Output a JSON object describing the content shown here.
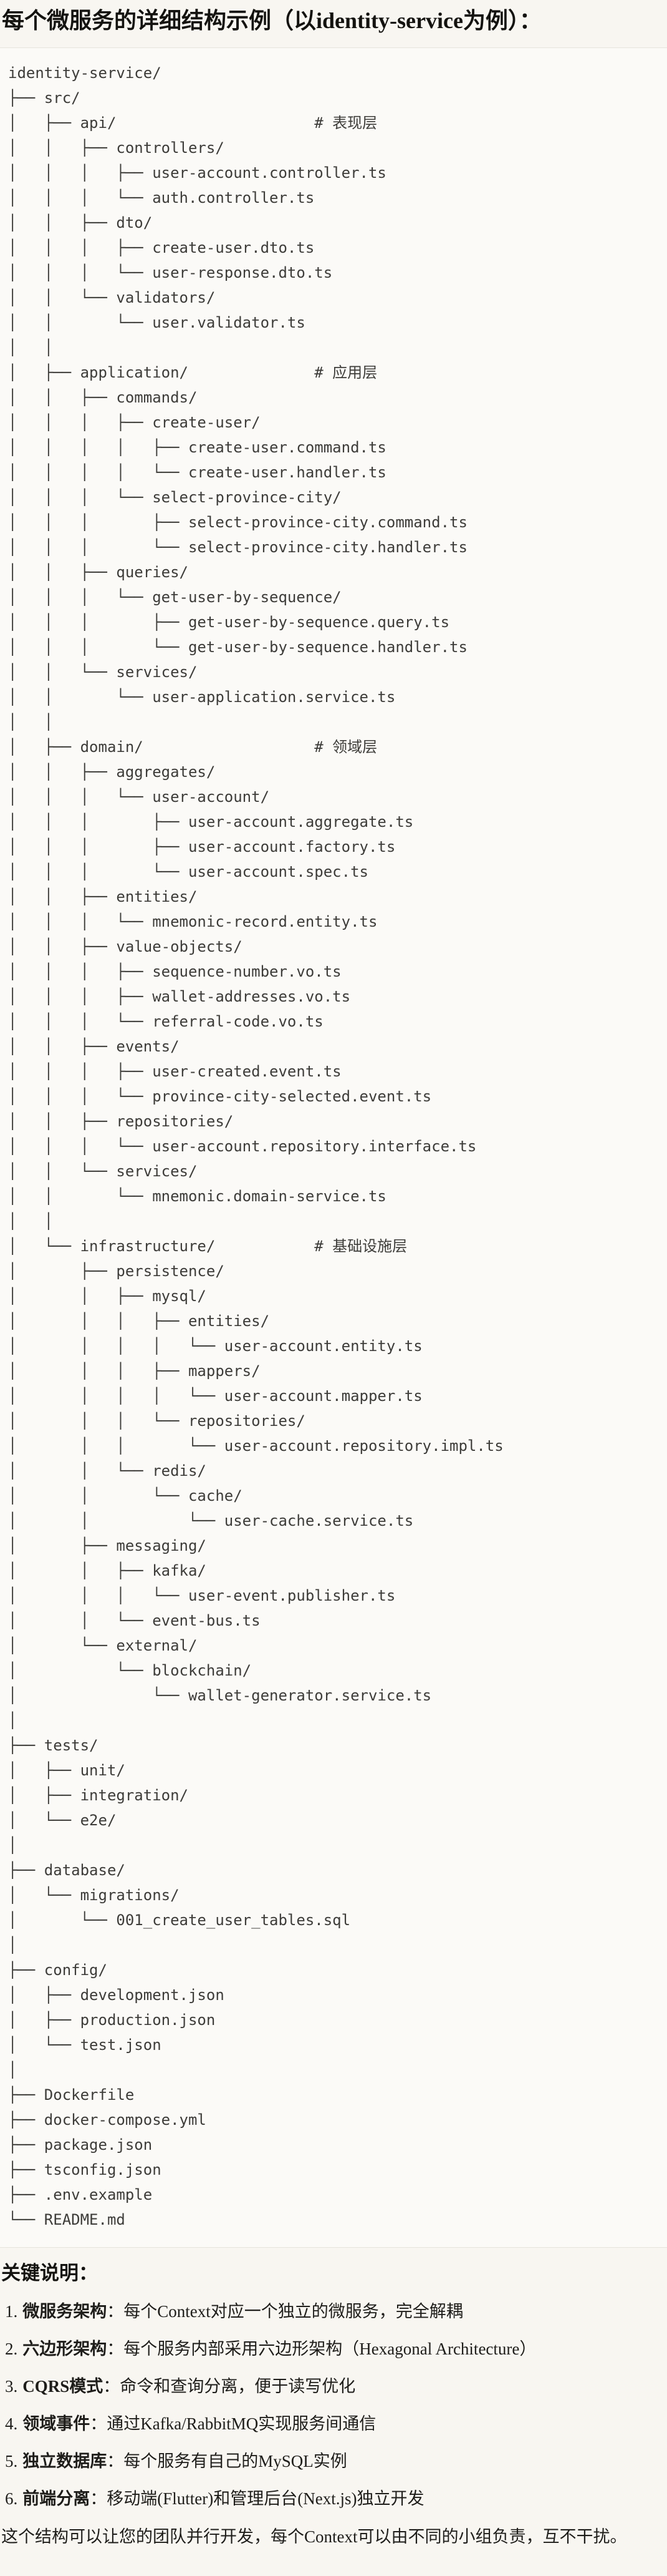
{
  "page": {
    "title": "每个微服务的详细结构示例（以identity-service为例）："
  },
  "tree": {
    "lines": [
      "identity-service/",
      "├── src/",
      "│   ├── api/                      # 表现层",
      "│   │   ├── controllers/",
      "│   │   │   ├── user-account.controller.ts",
      "│   │   │   └── auth.controller.ts",
      "│   │   ├── dto/",
      "│   │   │   ├── create-user.dto.ts",
      "│   │   │   └── user-response.dto.ts",
      "│   │   └── validators/",
      "│   │       └── user.validator.ts",
      "│   │",
      "│   ├── application/              # 应用层",
      "│   │   ├── commands/",
      "│   │   │   ├── create-user/",
      "│   │   │   │   ├── create-user.command.ts",
      "│   │   │   │   └── create-user.handler.ts",
      "│   │   │   └── select-province-city/",
      "│   │   │       ├── select-province-city.command.ts",
      "│   │   │       └── select-province-city.handler.ts",
      "│   │   ├── queries/",
      "│   │   │   └── get-user-by-sequence/",
      "│   │   │       ├── get-user-by-sequence.query.ts",
      "│   │   │       └── get-user-by-sequence.handler.ts",
      "│   │   └── services/",
      "│   │       └── user-application.service.ts",
      "│   │",
      "│   ├── domain/                   # 领域层",
      "│   │   ├── aggregates/",
      "│   │   │   └── user-account/",
      "│   │   │       ├── user-account.aggregate.ts",
      "│   │   │       ├── user-account.factory.ts",
      "│   │   │       └── user-account.spec.ts",
      "│   │   ├── entities/",
      "│   │   │   └── mnemonic-record.entity.ts",
      "│   │   ├── value-objects/",
      "│   │   │   ├── sequence-number.vo.ts",
      "│   │   │   ├── wallet-addresses.vo.ts",
      "│   │   │   └── referral-code.vo.ts",
      "│   │   ├── events/",
      "│   │   │   ├── user-created.event.ts",
      "│   │   │   └── province-city-selected.event.ts",
      "│   │   ├── repositories/",
      "│   │   │   └── user-account.repository.interface.ts",
      "│   │   └── services/",
      "│   │       └── mnemonic.domain-service.ts",
      "│   │",
      "│   └── infrastructure/           # 基础设施层",
      "│       ├── persistence/",
      "│       │   ├── mysql/",
      "│       │   │   ├── entities/",
      "│       │   │   │   └── user-account.entity.ts",
      "│       │   │   ├── mappers/",
      "│       │   │   │   └── user-account.mapper.ts",
      "│       │   │   └── repositories/",
      "│       │   │       └── user-account.repository.impl.ts",
      "│       │   └── redis/",
      "│       │       └── cache/",
      "│       │           └── user-cache.service.ts",
      "│       ├── messaging/",
      "│       │   ├── kafka/",
      "│       │   │   └── user-event.publisher.ts",
      "│       │   └── event-bus.ts",
      "│       └── external/",
      "│           └── blockchain/",
      "│               └── wallet-generator.service.ts",
      "│",
      "├── tests/",
      "│   ├── unit/",
      "│   ├── integration/",
      "│   └── e2e/",
      "│",
      "├── database/",
      "│   └── migrations/",
      "│       └── 001_create_user_tables.sql",
      "│",
      "├── config/",
      "│   ├── development.json",
      "│   ├── production.json",
      "│   └── test.json",
      "│",
      "├── Dockerfile",
      "├── docker-compose.yml",
      "├── package.json",
      "├── tsconfig.json",
      "├── .env.example",
      "└── README.md"
    ]
  },
  "notes": {
    "heading": "关键说明：",
    "items": [
      {
        "num": "1.",
        "label": "微服务架构",
        "text": "：每个Context对应一个独立的微服务，完全解耦"
      },
      {
        "num": "2.",
        "label": "六边形架构",
        "text": "：每个服务内部采用六边形架构（Hexagonal Architecture）"
      },
      {
        "num": "3.",
        "label": "CQRS模式",
        "text": "：命令和查询分离，便于读写优化"
      },
      {
        "num": "4.",
        "label": "领域事件",
        "text": "：通过Kafka/RabbitMQ实现服务间通信"
      },
      {
        "num": "5.",
        "label": "独立数据库",
        "text": "：每个服务有自己的MySQL实例"
      },
      {
        "num": "6.",
        "label": "前端分离",
        "text": "：移动端(Flutter)和管理后台(Next.js)独立开发"
      }
    ],
    "closing": "这个结构可以让您的团队并行开发，每个Context可以由不同的小组负责，互不干扰。"
  },
  "colors": {
    "page_bg": "#f8f6f1",
    "code_bg": "#fbfaf7",
    "border": "#e6e4dd",
    "code_text": "#3d3c39",
    "body_text": "#1e1d1a"
  }
}
